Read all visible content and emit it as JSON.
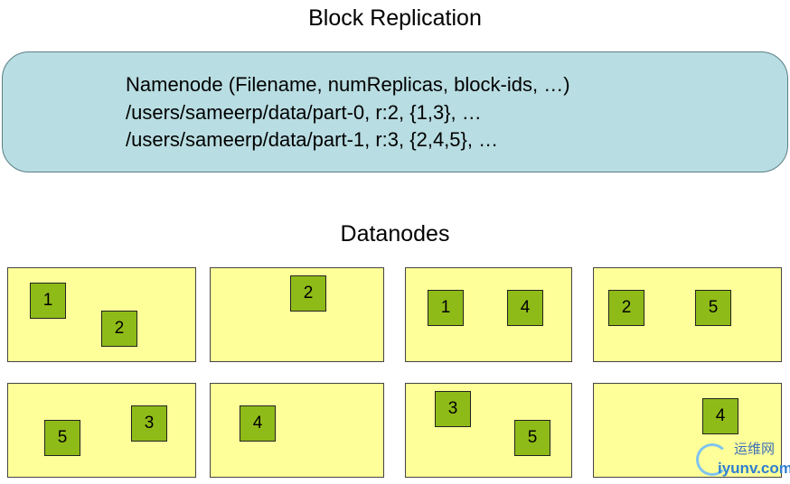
{
  "title": "Block Replication",
  "namenode": {
    "lines": [
      "Namenode (Filename, numReplicas, block-ids, …)",
      "/users/sameerp/data/part-0, r:2, {1,3}, …",
      "/users/sameerp/data/part-1, r:3, {2,4,5}, …"
    ]
  },
  "datanodes_title": "Datanodes",
  "datanodes": [
    {
      "blocks": [
        "1",
        "2"
      ]
    },
    {
      "blocks": [
        "2"
      ]
    },
    {
      "blocks": [
        "1",
        "4"
      ]
    },
    {
      "blocks": [
        "2",
        "5"
      ]
    },
    {
      "blocks": [
        "5",
        "3"
      ]
    },
    {
      "blocks": [
        "4"
      ]
    },
    {
      "blocks": [
        "3",
        "5"
      ]
    },
    {
      "blocks": [
        "4"
      ]
    }
  ],
  "watermark": {
    "top_text": "运维网",
    "bottom_text": "iyunv.com"
  },
  "colors": {
    "namenode_fill": "#b8dde2",
    "datanode_fill": "#ffff99",
    "block_fill": "#8fbb18"
  }
}
